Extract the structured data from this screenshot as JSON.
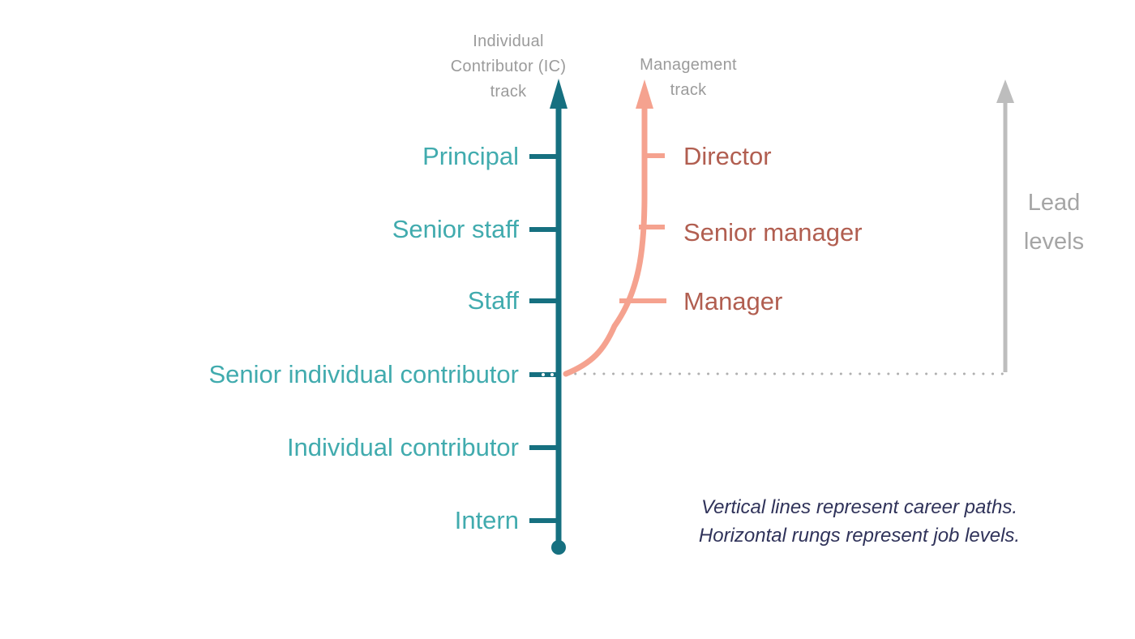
{
  "diagram": {
    "colors": {
      "ic_line": "#167080",
      "ic_label": "#41abae",
      "mgmt_line": "#f5a28f",
      "mgmt_label": "#b15e50",
      "lead_line": "#bdbdbd",
      "lead_label": "#a5a5a5",
      "track_title": "#9b9b9b",
      "dotted_line": "#b0b0b0",
      "footnote_text": "#30335a",
      "background": "#ffffff"
    },
    "tracks": {
      "ic": {
        "title": "Individual\nContributor (IC)\ntrack",
        "levels": [
          "Principal",
          "Senior staff",
          "Staff",
          "Senior individual contributor",
          "Individual contributor",
          "Intern"
        ]
      },
      "management": {
        "title": "Management\ntrack",
        "levels": [
          "Director",
          "Senior manager",
          "Manager"
        ]
      },
      "lead": {
        "title": "Lead\nlevels"
      }
    },
    "footnote": "Vertical lines represent career paths.\nHorizontal rungs represent job levels."
  }
}
